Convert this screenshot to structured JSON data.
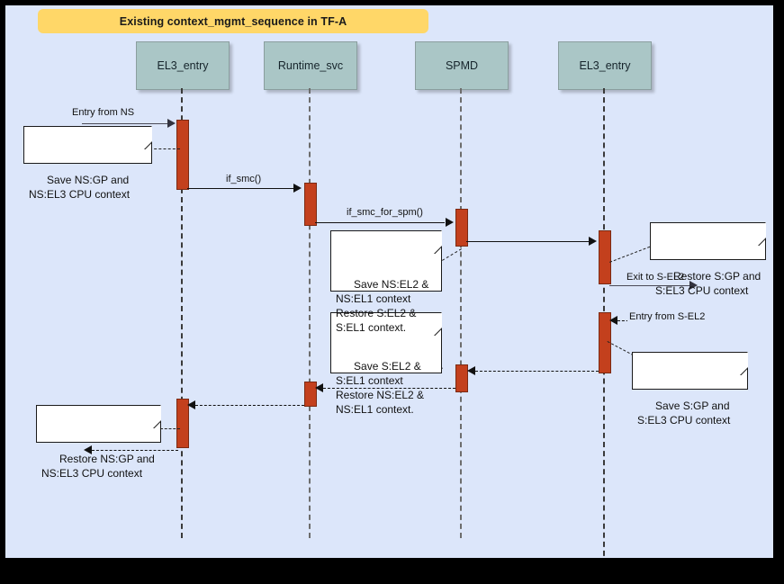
{
  "diagram": {
    "title": "Existing context_mgmt_sequence in TF-A",
    "canvas_bg": "#dce6fa",
    "frame_color": "#000000",
    "title_bg": "#ffd768",
    "participant_bg": "#aac6c6",
    "activation_color": "#c3401d",
    "type": "uml-sequence-diagram"
  },
  "participants": [
    {
      "id": "el3_entry_ns",
      "label": "EL3_entry"
    },
    {
      "id": "runtime_svc",
      "label": "Runtime_svc"
    },
    {
      "id": "spmd",
      "label": "SPMD"
    },
    {
      "id": "el3_entry_s",
      "label": "EL3_entry"
    }
  ],
  "messages": [
    {
      "id": "m1",
      "label": "Entry from NS",
      "from": "external-left",
      "to": "el3_entry_ns",
      "style": "solid"
    },
    {
      "id": "m2",
      "label": "if_smc()",
      "from": "el3_entry_ns",
      "to": "runtime_svc",
      "style": "solid"
    },
    {
      "id": "m3",
      "label": "if_smc_for_spm()",
      "from": "runtime_svc",
      "to": "spmd",
      "style": "solid"
    },
    {
      "id": "m4",
      "label": "",
      "from": "spmd",
      "to": "el3_entry_s",
      "style": "solid"
    },
    {
      "id": "m5",
      "label": "Exit to S-EL2",
      "from": "el3_entry_s",
      "to": "external-right",
      "style": "solid"
    },
    {
      "id": "m6",
      "label": "Entry from S-EL2",
      "from": "external-right",
      "to": "el3_entry_s",
      "style": "dashed"
    },
    {
      "id": "m7",
      "label": "",
      "from": "el3_entry_s",
      "to": "spmd",
      "style": "dashed"
    },
    {
      "id": "m8",
      "label": "",
      "from": "spmd",
      "to": "runtime_svc",
      "style": "dashed"
    },
    {
      "id": "m9",
      "label": "",
      "from": "runtime_svc",
      "to": "el3_entry_ns",
      "style": "dashed"
    },
    {
      "id": "m10",
      "label": "",
      "from": "el3_entry_ns",
      "to": "external-left",
      "style": "dashed"
    }
  ],
  "notes": [
    {
      "id": "n1",
      "text": "Save NS:GP and\nNS:EL3 CPU context",
      "anchor": "el3_entry_ns"
    },
    {
      "id": "n2",
      "text": "Save NS:EL2 &\nNS:EL1 context\nRestore S:EL2 &\nS:EL1 context.",
      "anchor": "spmd"
    },
    {
      "id": "n3",
      "text": "Restore S:GP and\nS:EL3 CPU context",
      "anchor": "el3_entry_s"
    },
    {
      "id": "n4",
      "text": "Save S:EL2 &\nS:EL1 context\nRestore NS:EL2 &\nNS:EL1 context.",
      "anchor": "spmd"
    },
    {
      "id": "n5",
      "text": "Save S:GP and\nS:EL3 CPU context",
      "anchor": "el3_entry_s"
    },
    {
      "id": "n6",
      "text": "Restore NS:GP and\nNS:EL3 CPU context",
      "anchor": "el3_entry_ns"
    }
  ]
}
